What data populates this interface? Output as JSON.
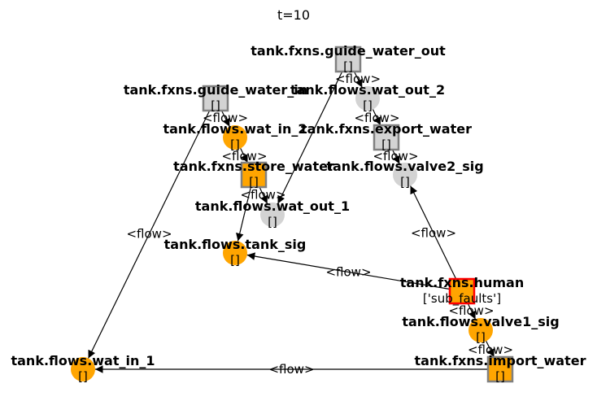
{
  "title": "t=10",
  "colors": {
    "orange": "#ffa500",
    "grey": "#d3d3d3",
    "red": "#ff0000",
    "dark_edge": "#808080",
    "edge": "#000000"
  },
  "nodes": [
    {
      "id": "guide_out",
      "name": "tank.fxns.guide_water_out",
      "sub": "[]",
      "shape": "square",
      "fill": "grey"
    },
    {
      "id": "wat_out_2",
      "name": "tank.flows.wat_out_2",
      "sub": "[]",
      "shape": "circle",
      "fill": "grey"
    },
    {
      "id": "guide_in",
      "name": "tank.fxns.guide_water_in",
      "sub": "[]",
      "shape": "square",
      "fill": "grey"
    },
    {
      "id": "wat_in_2",
      "name": "tank.flows.wat_in_2",
      "sub": "[]",
      "shape": "circle",
      "fill": "orange"
    },
    {
      "id": "export",
      "name": "tank.fxns.export_water",
      "sub": "[]",
      "shape": "square",
      "fill": "grey"
    },
    {
      "id": "store",
      "name": "tank.fxns.store_water",
      "sub": "[]",
      "shape": "square",
      "fill": "orange"
    },
    {
      "id": "valve2",
      "name": "tank.flows.valve2_sig",
      "sub": "[]",
      "shape": "circle",
      "fill": "grey"
    },
    {
      "id": "wat_out_1",
      "name": "tank.flows.wat_out_1",
      "sub": "[]",
      "shape": "circle",
      "fill": "grey"
    },
    {
      "id": "tank_sig",
      "name": "tank.flows.tank_sig",
      "sub": "[]",
      "shape": "circle",
      "fill": "orange"
    },
    {
      "id": "human",
      "name": "tank.fxns.human",
      "sub": "['sub_faults']",
      "shape": "square",
      "fill": "orange",
      "border": "red"
    },
    {
      "id": "valve1",
      "name": "tank.flows.valve1_sig",
      "sub": "[]",
      "shape": "circle",
      "fill": "orange"
    },
    {
      "id": "wat_in_1",
      "name": "tank.flows.wat_in_1",
      "sub": "[]",
      "shape": "circle",
      "fill": "orange"
    },
    {
      "id": "import",
      "name": "tank.fxns.import_water",
      "sub": "[]",
      "shape": "square",
      "fill": "orange"
    }
  ],
  "edges": [
    {
      "from": "guide_out",
      "to": "wat_out_2",
      "label": "<flow>"
    },
    {
      "from": "guide_out",
      "to": "wat_out_1",
      "label": ""
    },
    {
      "from": "wat_out_2",
      "to": "export",
      "label": "<flow>"
    },
    {
      "from": "guide_in",
      "to": "wat_in_2",
      "label": "<flow>"
    },
    {
      "from": "guide_in",
      "to": "wat_in_1",
      "label": "<flow>"
    },
    {
      "from": "wat_in_2",
      "to": "store",
      "label": "<flow>"
    },
    {
      "from": "export",
      "to": "valve2",
      "label": "<flow>"
    },
    {
      "from": "store",
      "to": "wat_out_1",
      "label": "<flow>"
    },
    {
      "from": "store",
      "to": "tank_sig",
      "label": ""
    },
    {
      "from": "human",
      "to": "valve2",
      "label": "<flow>"
    },
    {
      "from": "human",
      "to": "tank_sig",
      "label": "<flow>"
    },
    {
      "from": "human",
      "to": "valve1",
      "label": "<flow>"
    },
    {
      "from": "valve1",
      "to": "import",
      "label": "<flow>"
    },
    {
      "from": "import",
      "to": "wat_in_1",
      "label": "<flow>"
    }
  ]
}
